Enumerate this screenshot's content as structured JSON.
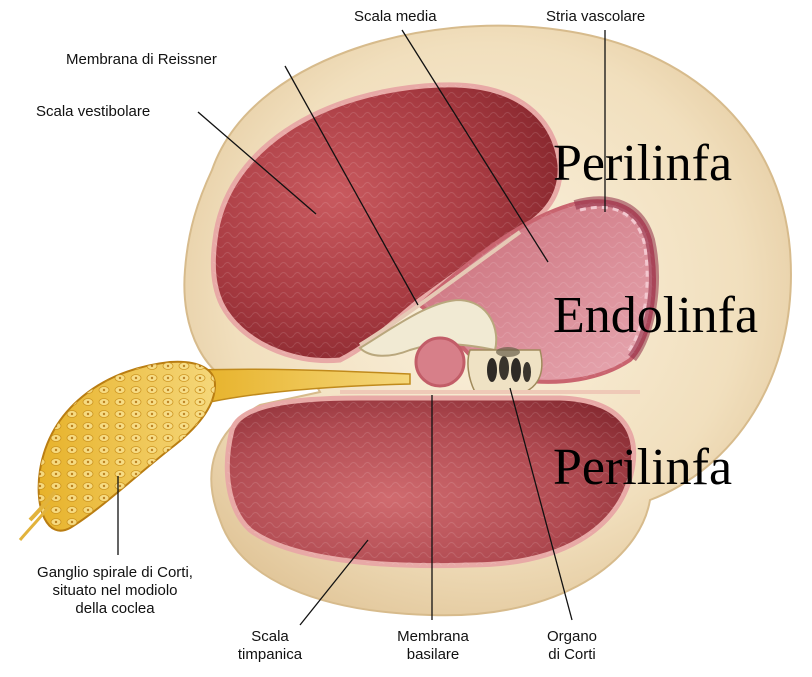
{
  "labels": {
    "scala_media": "Scala media",
    "stria_vascolare": "Stria vascolare",
    "membrana_reissner": "Membrana di Reissner",
    "scala_vestibolare": "Scala vestibolare",
    "ganglio_line1": "Ganglio spirale di Corti,",
    "ganglio_line2": "situato nel modiolo",
    "ganglio_line3": "della coclea",
    "scala_timpanica_line1": "Scala",
    "scala_timpanica_line2": "timpanica",
    "membrana_basilare_line1": "Membrana",
    "membrana_basilare_line2": "basilare",
    "organo_corti_line1": "Organo",
    "organo_corti_line2": "di Corti"
  },
  "overlay": {
    "perilinfa_top": "Perilinfa",
    "endolinfa": "Endolinfa",
    "perilinfa_bottom": "Perilinfa"
  },
  "colors": {
    "bone": "#f3e4c8",
    "chamber": "#b0444a",
    "chamber_dark": "#7f2228",
    "membrane": "#d98b8e",
    "endolymph": "#e7a3ad",
    "ganglion": "#e9b935"
  }
}
